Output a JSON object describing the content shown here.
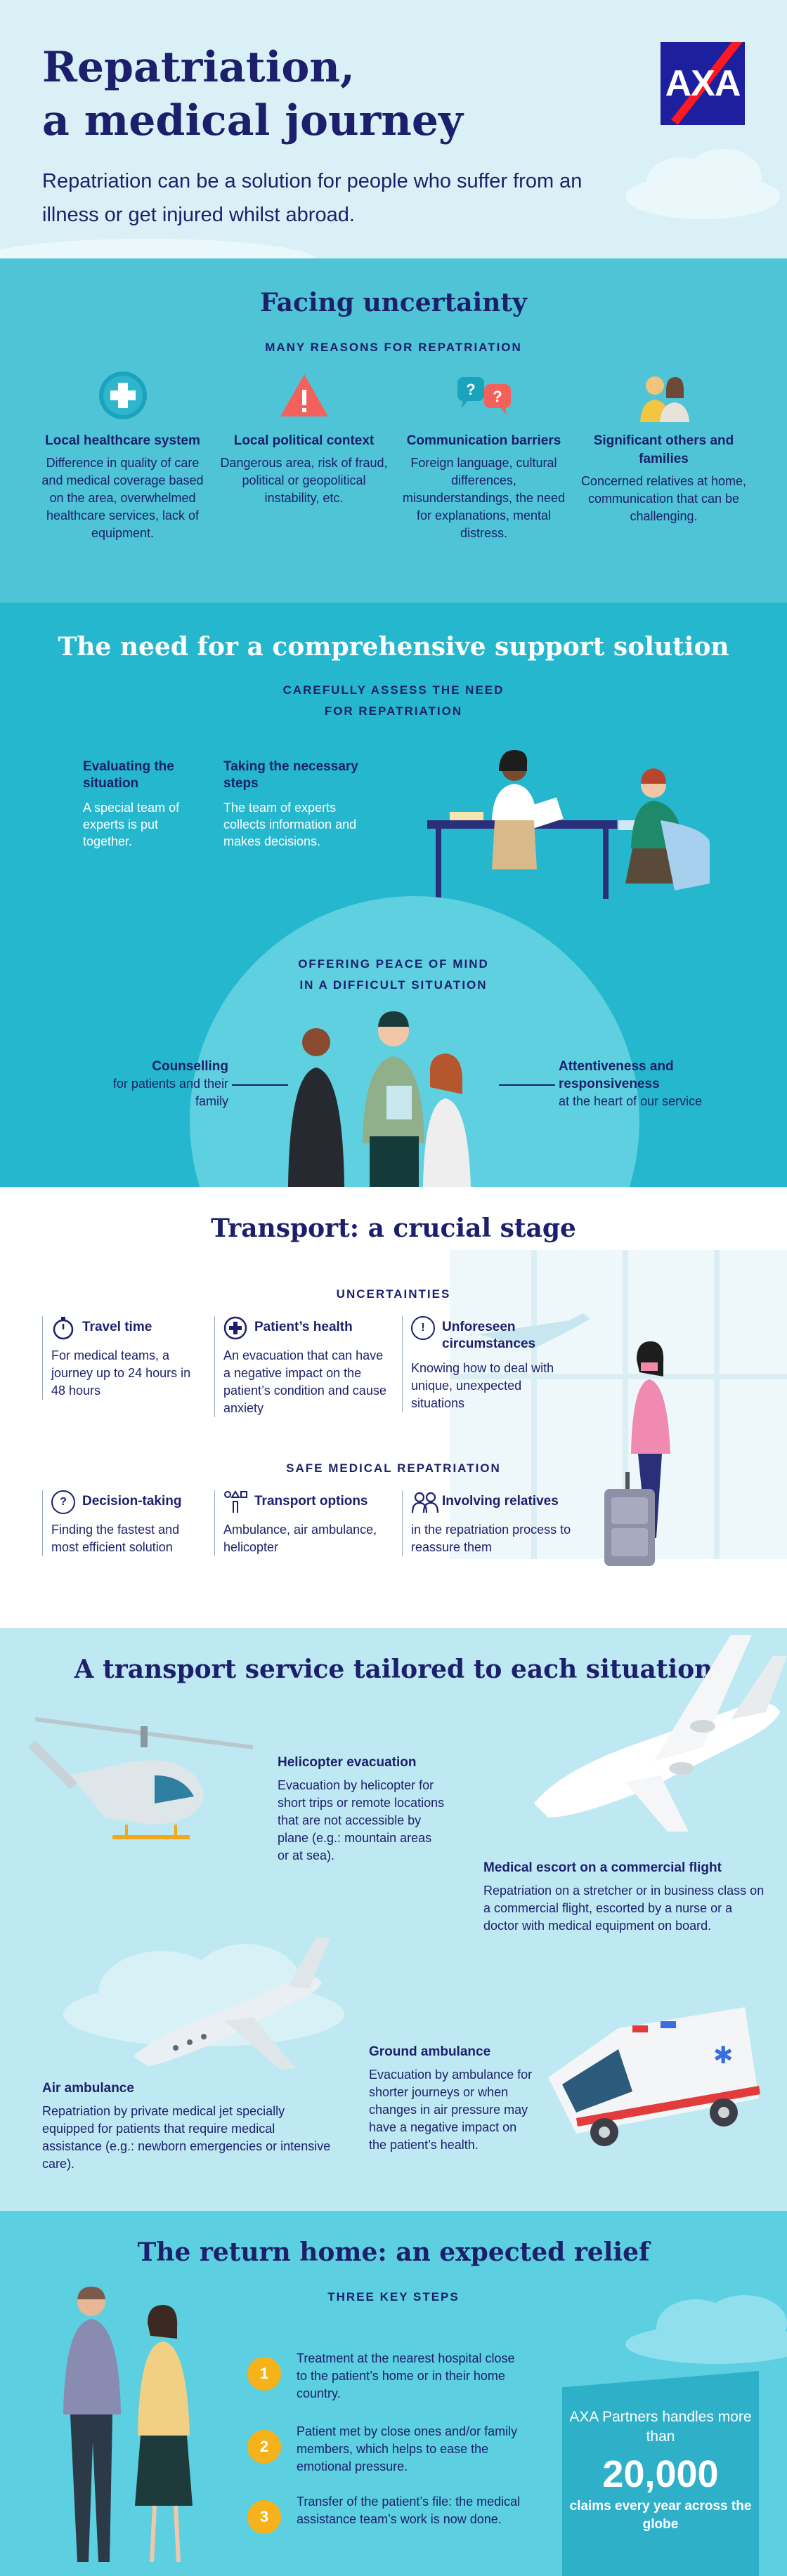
{
  "header": {
    "title_line1": "Repatriation,",
    "title_line2": "a medical journey",
    "intro": "Repatriation can be a solution for people who suffer from an illness or get injured whilst abroad.",
    "logo": "AXA"
  },
  "uncertainty": {
    "title": "Facing uncertainty",
    "kicker": "MANY REASONS FOR REPATRIATION",
    "reasons": [
      {
        "icon": "medical-cross-icon",
        "head": "Local healthcare system",
        "body": "Difference in quality of care and medical coverage based on the area, overwhelmed healthcare services, lack of equipment."
      },
      {
        "icon": "warning-icon",
        "head": "Local political context",
        "body": "Dangerous area, risk of fraud, political or geopolitical instability, etc."
      },
      {
        "icon": "speech-bubbles-icon",
        "head": "Communication barriers",
        "body": "Foreign language, cultural differences, misunderstandings, the need for explanations, mental distress."
      },
      {
        "icon": "family-icon",
        "head": "Significant others and families",
        "body": "Concerned relatives at home, communication that can be challenging."
      }
    ]
  },
  "support": {
    "title": "The need for a comprehensive support solution",
    "kicker_line1": "CAREFULLY ASSESS THE NEED",
    "kicker_line2": "FOR REPATRIATION",
    "steps": [
      {
        "head": "Evaluating the situation",
        "body": "A special team of experts is put together."
      },
      {
        "head": "Taking the necessary steps",
        "body": "The team of experts collects information and makes decisions."
      }
    ],
    "peace_line1": "OFFERING PEACE OF MIND",
    "peace_line2": "IN A DIFFICULT SITUATION",
    "counselling_head": "Counselling",
    "counselling_body": "for patients and their family",
    "attentive_head": "Attentiveness and responsiveness",
    "attentive_body": "at the heart of our service"
  },
  "transport": {
    "title": "Transport: a crucial stage",
    "kicker_uncertainties": "UNCERTAINTIES",
    "uncertainties": [
      {
        "icon": "stopwatch-icon",
        "head": "Travel time",
        "body": "For medical teams, a journey up to 24 hours in 48 hours"
      },
      {
        "icon": "health-cross-icon",
        "head": "Patient’s health",
        "body": "An evacuation that can have a negative impact on the patient’s condition and cause anxiety"
      },
      {
        "icon": "exclamation-icon",
        "head": "Unforeseen circumstances",
        "body": "Knowing how to deal with unique, unexpected situations"
      }
    ],
    "kicker_safe": "SAFE MEDICAL REPATRIATION",
    "safe": [
      {
        "icon": "question-icon",
        "head": "Decision-taking",
        "body": "Finding the fastest and most efficient solution"
      },
      {
        "icon": "transport-options-icon",
        "head": "Transport options",
        "body": "Ambulance, air ambulance, helicopter"
      },
      {
        "icon": "people-icon",
        "head": "Involving relatives",
        "body": "in the repatriation process to reassure them"
      }
    ]
  },
  "services": {
    "title": "A transport service tailored to each situation",
    "helicopter_head": "Helicopter evacuation",
    "helicopter_body": "Evacuation by helicopter for short trips or remote locations that are not accessible by plane (e.g.: mountain areas or at sea).",
    "escort_head": "Medical escort on a commercial flight",
    "escort_body": "Repatriation on a stretcher or in business class on a commercial flight, escorted by a nurse or a doctor with medical equipment on board.",
    "air_head": "Air ambulance",
    "air_body": "Repatriation by private medical jet specially equipped for patients that require medical assistance (e.g.: newborn emergencies or intensive care).",
    "ground_head": "Ground ambulance",
    "ground_body": "Evacuation by ambulance for shorter journeys or when changes in air pressure may have a negative impact on the patient’s health."
  },
  "return": {
    "title": "The return home: an expected relief",
    "kicker": "THREE KEY STEPS",
    "steps": [
      {
        "num": "1",
        "text": "Treatment at the nearest hospital close to the patient’s home or in their home country."
      },
      {
        "num": "2",
        "text": "Patient met by close ones and/or family members, which helps to ease the emotional pressure."
      },
      {
        "num": "3",
        "text": "Transfer of the patient’s file: the medical assistance team’s work is now done."
      }
    ],
    "stat_label": "AXA Partners handles more than",
    "stat_number": "20,000",
    "stat_caption": "claims every year across the globe"
  },
  "colors": {
    "navy": "#1c1f6b",
    "axa_blue": "#1c1f9e",
    "axa_red": "#ff1721",
    "teal": "#25b7cd",
    "light_teal": "#d9f1f6",
    "accent_yellow": "#f5b21b"
  }
}
